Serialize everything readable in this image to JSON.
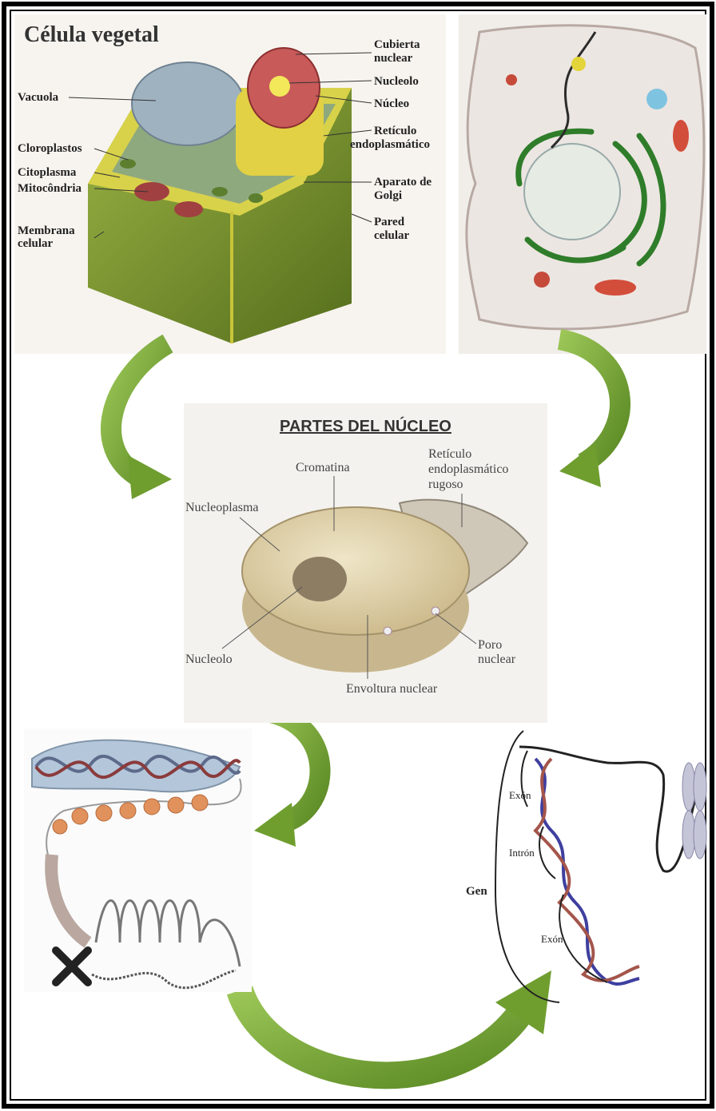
{
  "plant_cell": {
    "title": "Célula vegetal",
    "labels_left": [
      "Vacuola",
      "Cloroplastos",
      "Citoplasma",
      "Mitocôndria",
      "Membrana",
      "celular"
    ],
    "labels_right": [
      "Cubierta",
      "nuclear",
      "Nucleolo",
      "Núcleo",
      "Retículo",
      "endoplasmático",
      "Aparato de",
      "Golgi",
      "Pared",
      "celular"
    ]
  },
  "nucleus": {
    "title": "PARTES DEL NÚCLEO",
    "labels": [
      "Cromatina",
      "Retículo",
      "endoplasmático",
      "rugoso",
      "Nucleoplasma",
      "Nucleolo",
      "Poro",
      "nuclear",
      "Envoltura nuclear"
    ]
  },
  "gene": {
    "labels": [
      "Exón",
      "Intrón",
      "Gen",
      "Exón"
    ]
  },
  "colors": {
    "arrow": "#7aa83a",
    "arrow_dark": "#4f7f1e",
    "cell_wall": "#7c9a2e",
    "vacuole": "#9fb2c0",
    "nucleus": "#c85a5a"
  }
}
